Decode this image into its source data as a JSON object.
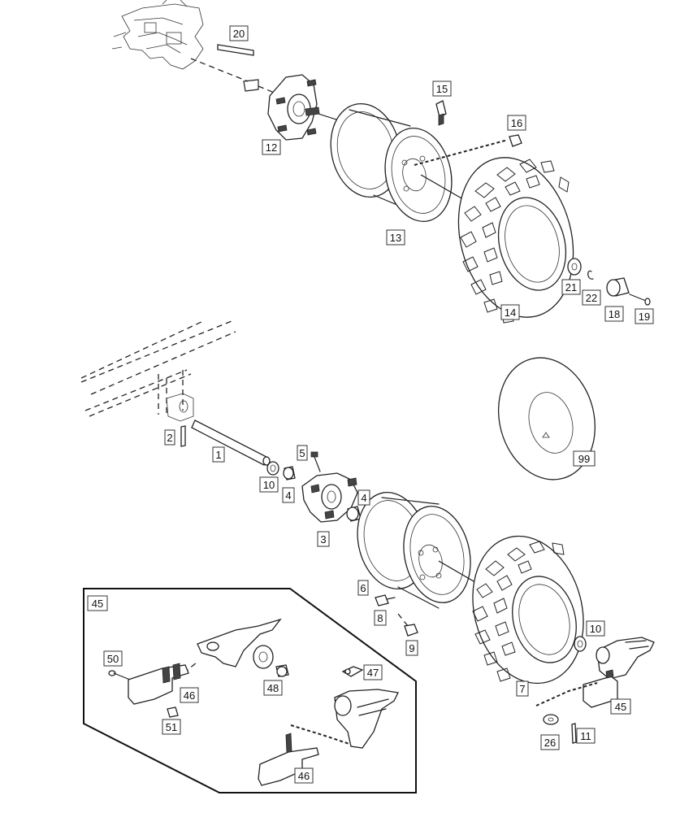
{
  "labels": {
    "p20": "20",
    "p15": "15",
    "p16": "16",
    "p12": "12",
    "p13": "13",
    "p21": "21",
    "p22": "22",
    "p18": "18",
    "p19": "19",
    "p14": "14",
    "p2": "2",
    "p1": "1",
    "p5": "5",
    "p10a": "10",
    "p4a": "4",
    "p4b": "4",
    "p3": "3",
    "p99": "99",
    "p6": "6",
    "p8": "8",
    "p9": "9",
    "p10b": "10",
    "p7": "7",
    "p45a": "45",
    "p45b": "45",
    "p50": "50",
    "p46a": "46",
    "p51": "51",
    "p48": "48",
    "p47": "47",
    "p46b": "46",
    "p26": "26",
    "p11": "11"
  }
}
